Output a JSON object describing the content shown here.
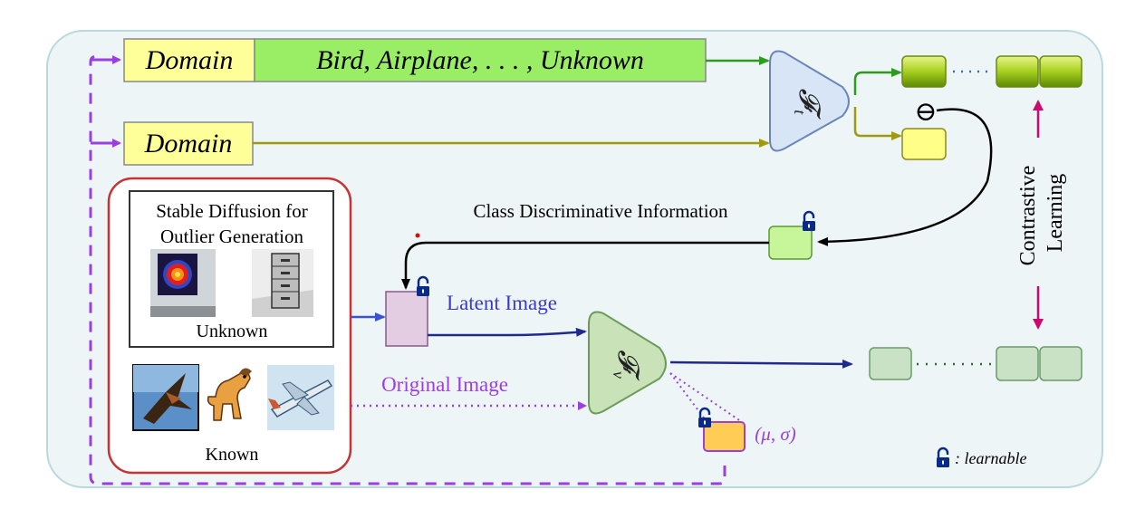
{
  "prompts": {
    "domain_label": "Domain",
    "classes_label": "Bird, Airplane, . . . , Unknown"
  },
  "encoders": {
    "text": "𝓕",
    "text_sub": "t",
    "vision": "𝓕",
    "vision_sub": "v"
  },
  "labels": {
    "class_discriminative": "Class Discriminative Information",
    "latent_image": "Latent Image",
    "original_image": "Original Image",
    "contrastive_learning": [
      "Contrastive",
      "Learning"
    ],
    "mu_sigma": "(μ, σ)",
    "learnable_legend": ": learnable",
    "minus_symbol": "⊖"
  },
  "generation_box": {
    "title_line1": "Stable Diffusion for",
    "title_line2": "Outlier Generation",
    "unknown_label": "Unknown",
    "known_label": "Known"
  },
  "colors": {
    "panel_bg": "#eef5f6",
    "panel_border": "#b9dadd",
    "domain_fill": "#ffff99",
    "classes_fill": "#99ee66",
    "text_encoder_fill": "#d7e5f7",
    "vision_encoder_fill": "#c9e2b8",
    "purple_dashed": "#9b3fe0",
    "green_arrow": "#2c9c1f",
    "olive_arrow": "#a09a10",
    "navy_arrow": "#1f2a8c",
    "blue_label": "#3a3acc",
    "violet_label": "#9b3fe0",
    "magenta": "#cc0a6e",
    "red_box": "#c83232",
    "lock": "#0a2a88"
  },
  "icons": {
    "lock": "lock-icon"
  }
}
